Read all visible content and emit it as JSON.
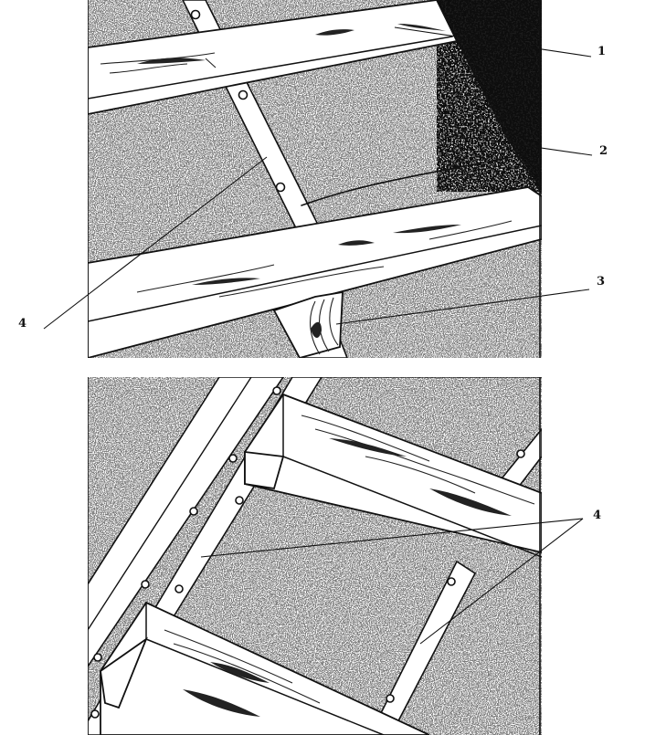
{
  "callouts": {
    "label_1": "1",
    "label_2": "2",
    "label_3": "3",
    "label_4_top": "4",
    "label_4_bottom": "4"
  },
  "colors": {
    "ink": "#111111",
    "paper": "#ffffff",
    "felt_speckle": "#9a9a9a",
    "shingles": "#1a1a1a"
  }
}
